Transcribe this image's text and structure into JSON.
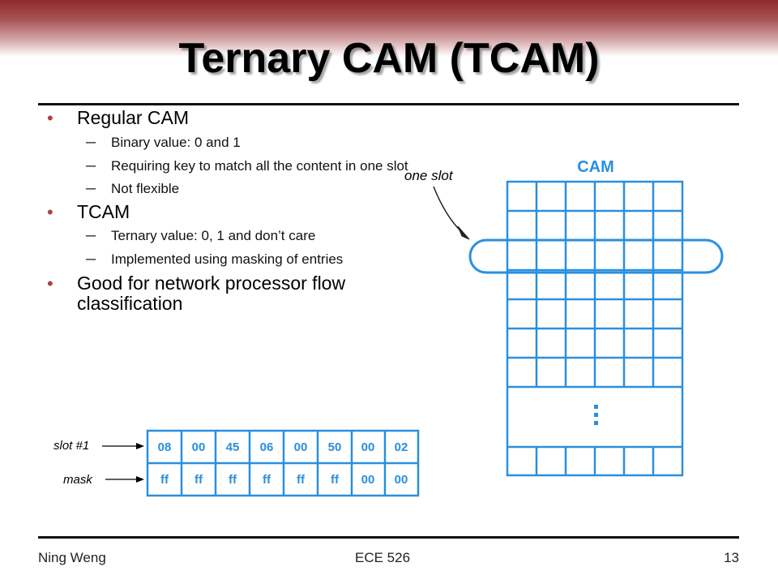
{
  "slide": {
    "title": "Ternary CAM (TCAM)",
    "bullets": [
      {
        "text": "Regular CAM",
        "sub": [
          "Binary value: 0 and 1",
          "Requiring key to match all the content in one slot",
          "Not flexible"
        ]
      },
      {
        "text": "TCAM",
        "sub": [
          "Ternary value: 0, 1 and don’t care",
          "Implemented using masking of entries"
        ]
      },
      {
        "text": "Good for network processor flow classification",
        "sub": []
      }
    ],
    "bullet_glyph": "•",
    "sub_glyph": "─",
    "footer": {
      "author": "Ning Weng",
      "course": "ECE 526",
      "page": "13"
    }
  },
  "figure_tcam": {
    "row_labels": [
      "slot #1",
      "mask"
    ],
    "slot_values": [
      "08",
      "00",
      "45",
      "06",
      "00",
      "50",
      "00",
      "02"
    ],
    "mask_values": [
      "ff",
      "ff",
      "ff",
      "ff",
      "ff",
      "ff",
      "00",
      "00"
    ]
  },
  "figure_cam": {
    "heading": "CAM",
    "pointer_label": "one slot",
    "ellipsis": "⋮",
    "line_color": "#2a8fe0"
  }
}
